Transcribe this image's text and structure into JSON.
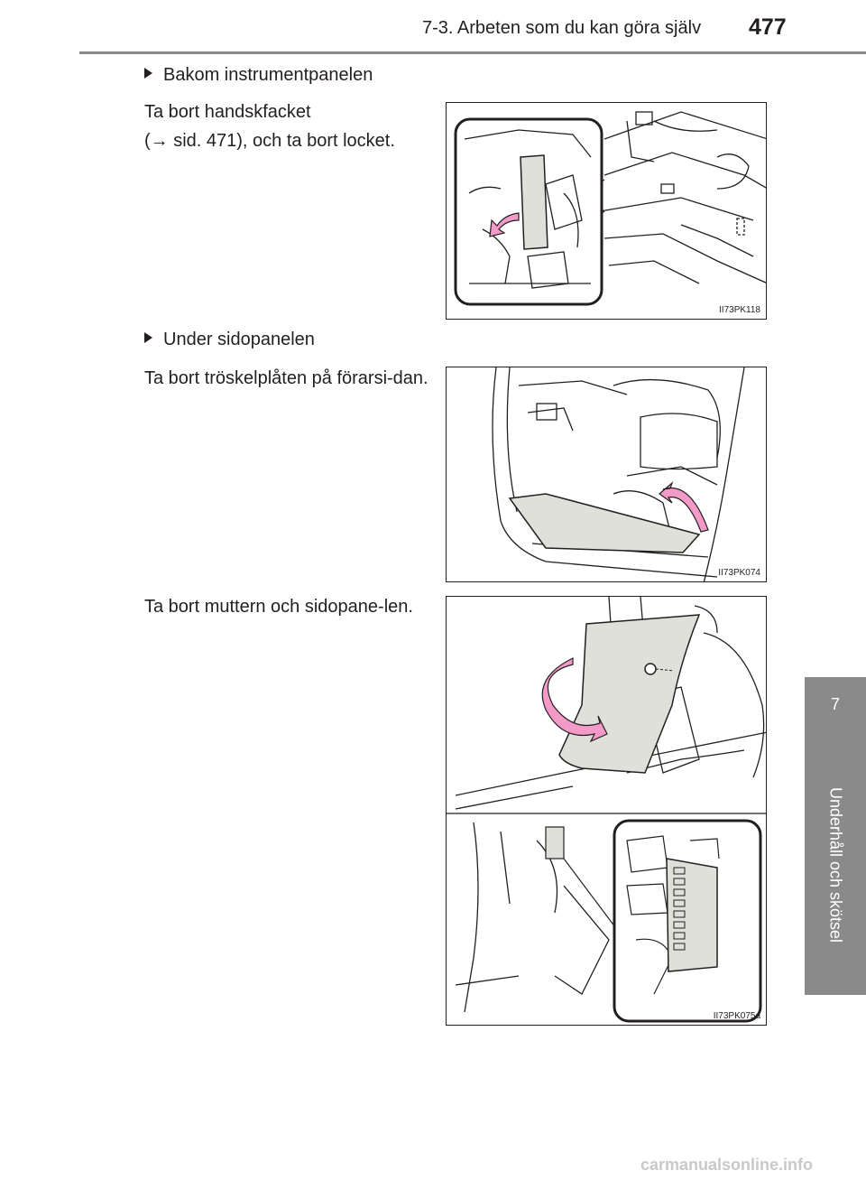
{
  "header": {
    "title": "7-3. Arbeten som du kan göra själv",
    "page_number": "477"
  },
  "side_tab": {
    "number": "7",
    "label": "Underhåll och skötsel"
  },
  "sections": [
    {
      "heading": "Bakom instrumentpanelen",
      "text_line1": "Ta bort handskfacket",
      "text_line2": "(→ sid. 471), och ta bort locket.",
      "figure_code": "II73PK118"
    },
    {
      "heading": "Under sidopanelen",
      "text": "Ta bort tröskelplåten på förarsi-dan.",
      "figure_code": "II73PK074"
    },
    {
      "text": "Ta bort muttern och sidopane-len.",
      "figure_code": "II73PK075a"
    }
  ],
  "watermark": "carmanualsonline.info",
  "colors": {
    "tab_gray": "#8a8a8a",
    "arrow_pink": "#f49ac8",
    "panel_gray": "#dfe0d9"
  }
}
